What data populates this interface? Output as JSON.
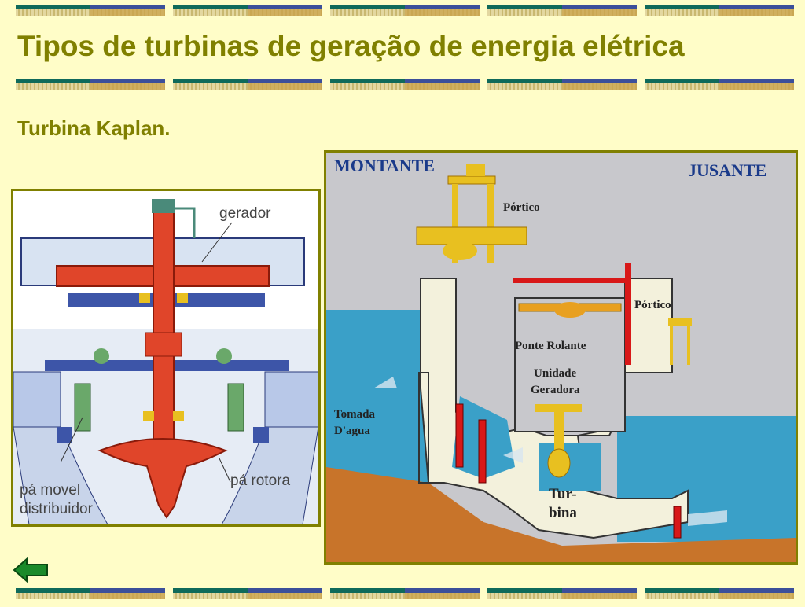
{
  "title": "Tipos de turbinas de geração de energia elétrica",
  "subtitle": "Turbina Kaplan.",
  "fig1": {
    "gerador": "gerador",
    "pa_movel": "pá movel",
    "distribuidor": "distribuidor",
    "pa_rotora": "pá rotora"
  },
  "fig2": {
    "montante": "MONTANTE",
    "jusante": "JUSANTE",
    "portico1": "Pórtico",
    "portico2": "Pórtico",
    "ponte": "Ponte Rolante",
    "unidade1": "Unidade",
    "unidade2": "Geradora",
    "tomada1": "Tomada",
    "tomada2": "D'agua",
    "tur1": "Tur-",
    "tur2": "bina"
  },
  "colors": {
    "accent": "#808000",
    "background": "#fffdc8",
    "water": "#3aa0c8",
    "ground": "#c8742a"
  },
  "icons": {
    "back": "arrow-left-icon"
  }
}
